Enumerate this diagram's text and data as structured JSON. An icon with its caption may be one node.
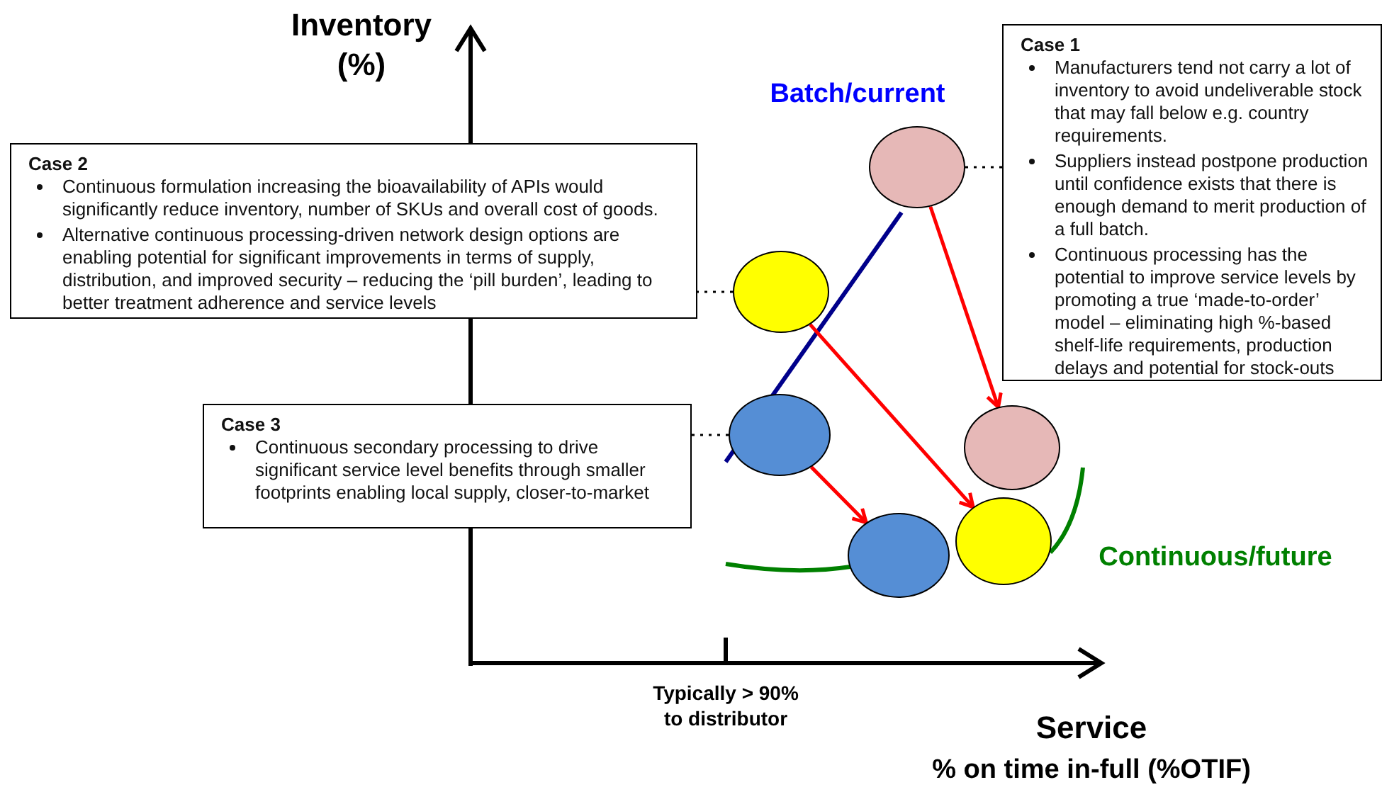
{
  "diagram": {
    "nodes": [
      {
        "text": [
          "Case 1",
          "Manufacturers tend not carry a lot of inventory to avoid undeliverable stock that may fall below e.g. country requirements.",
          "Suppliers instead postpone production until confidence exists that there is enough demand to merit production of a full batch.",
          "Continuous processing has the potential to improve service levels by promoting a true ‘made-to-order’ model – eliminating high %-based shelf-life requirements, production delays and potential for stock-outs"
        ]
      },
      {
        "text": [
          "Case 2",
          "Continuous formulation increasing the bioavailability of APIs would significantly reduce inventory, number of SKUs and overall cost of goods.",
          "Alternative continuous processing-driven network design options are enabling potential for significant improvements in terms of supply, distribution, and improved security – reducing the ‘pill burden’, leading to better treatment adherence and service levels"
        ]
      },
      {
        "text": [
          "Case 3",
          "Continuous secondary processing to drive significant service level benefits through smaller footprints enabling local supply, closer-to-market"
        ]
      },
      {
        "text": [],
        "shape": "circle"
      },
      {
        "text": [],
        "shape": "circle"
      },
      {
        "text": [],
        "shape": "circle"
      },
      {
        "text": [],
        "shape": "circle"
      },
      {
        "text": [],
        "shape": "circle"
      },
      {
        "text": [],
        "shape": "circle"
      }
    ],
    "edges": [
      {
        "from": 3,
        "to": 0,
        "arrow": "none",
        "style": "dashed"
      },
      {
        "from": 4,
        "to": 1,
        "arrow": "none",
        "style": "dashed"
      },
      {
        "from": 5,
        "to": 2,
        "arrow": "none",
        "style": "dashed"
      },
      {
        "from": 3,
        "to": 6,
        "arrow": "to",
        "color": "#ff0000"
      },
      {
        "from": 4,
        "to": 7,
        "arrow": "to",
        "color": "#ff0000"
      },
      {
        "from": 5,
        "to": 8,
        "arrow": "to",
        "color": "#ff0000"
      }
    ],
    "labels": [
      "Inventory (%)",
      "Batch/current",
      "Continuous/future",
      "Typically > 90% to distributor",
      "Service",
      "% on time in-full (%OTIF)"
    ]
  }
}
